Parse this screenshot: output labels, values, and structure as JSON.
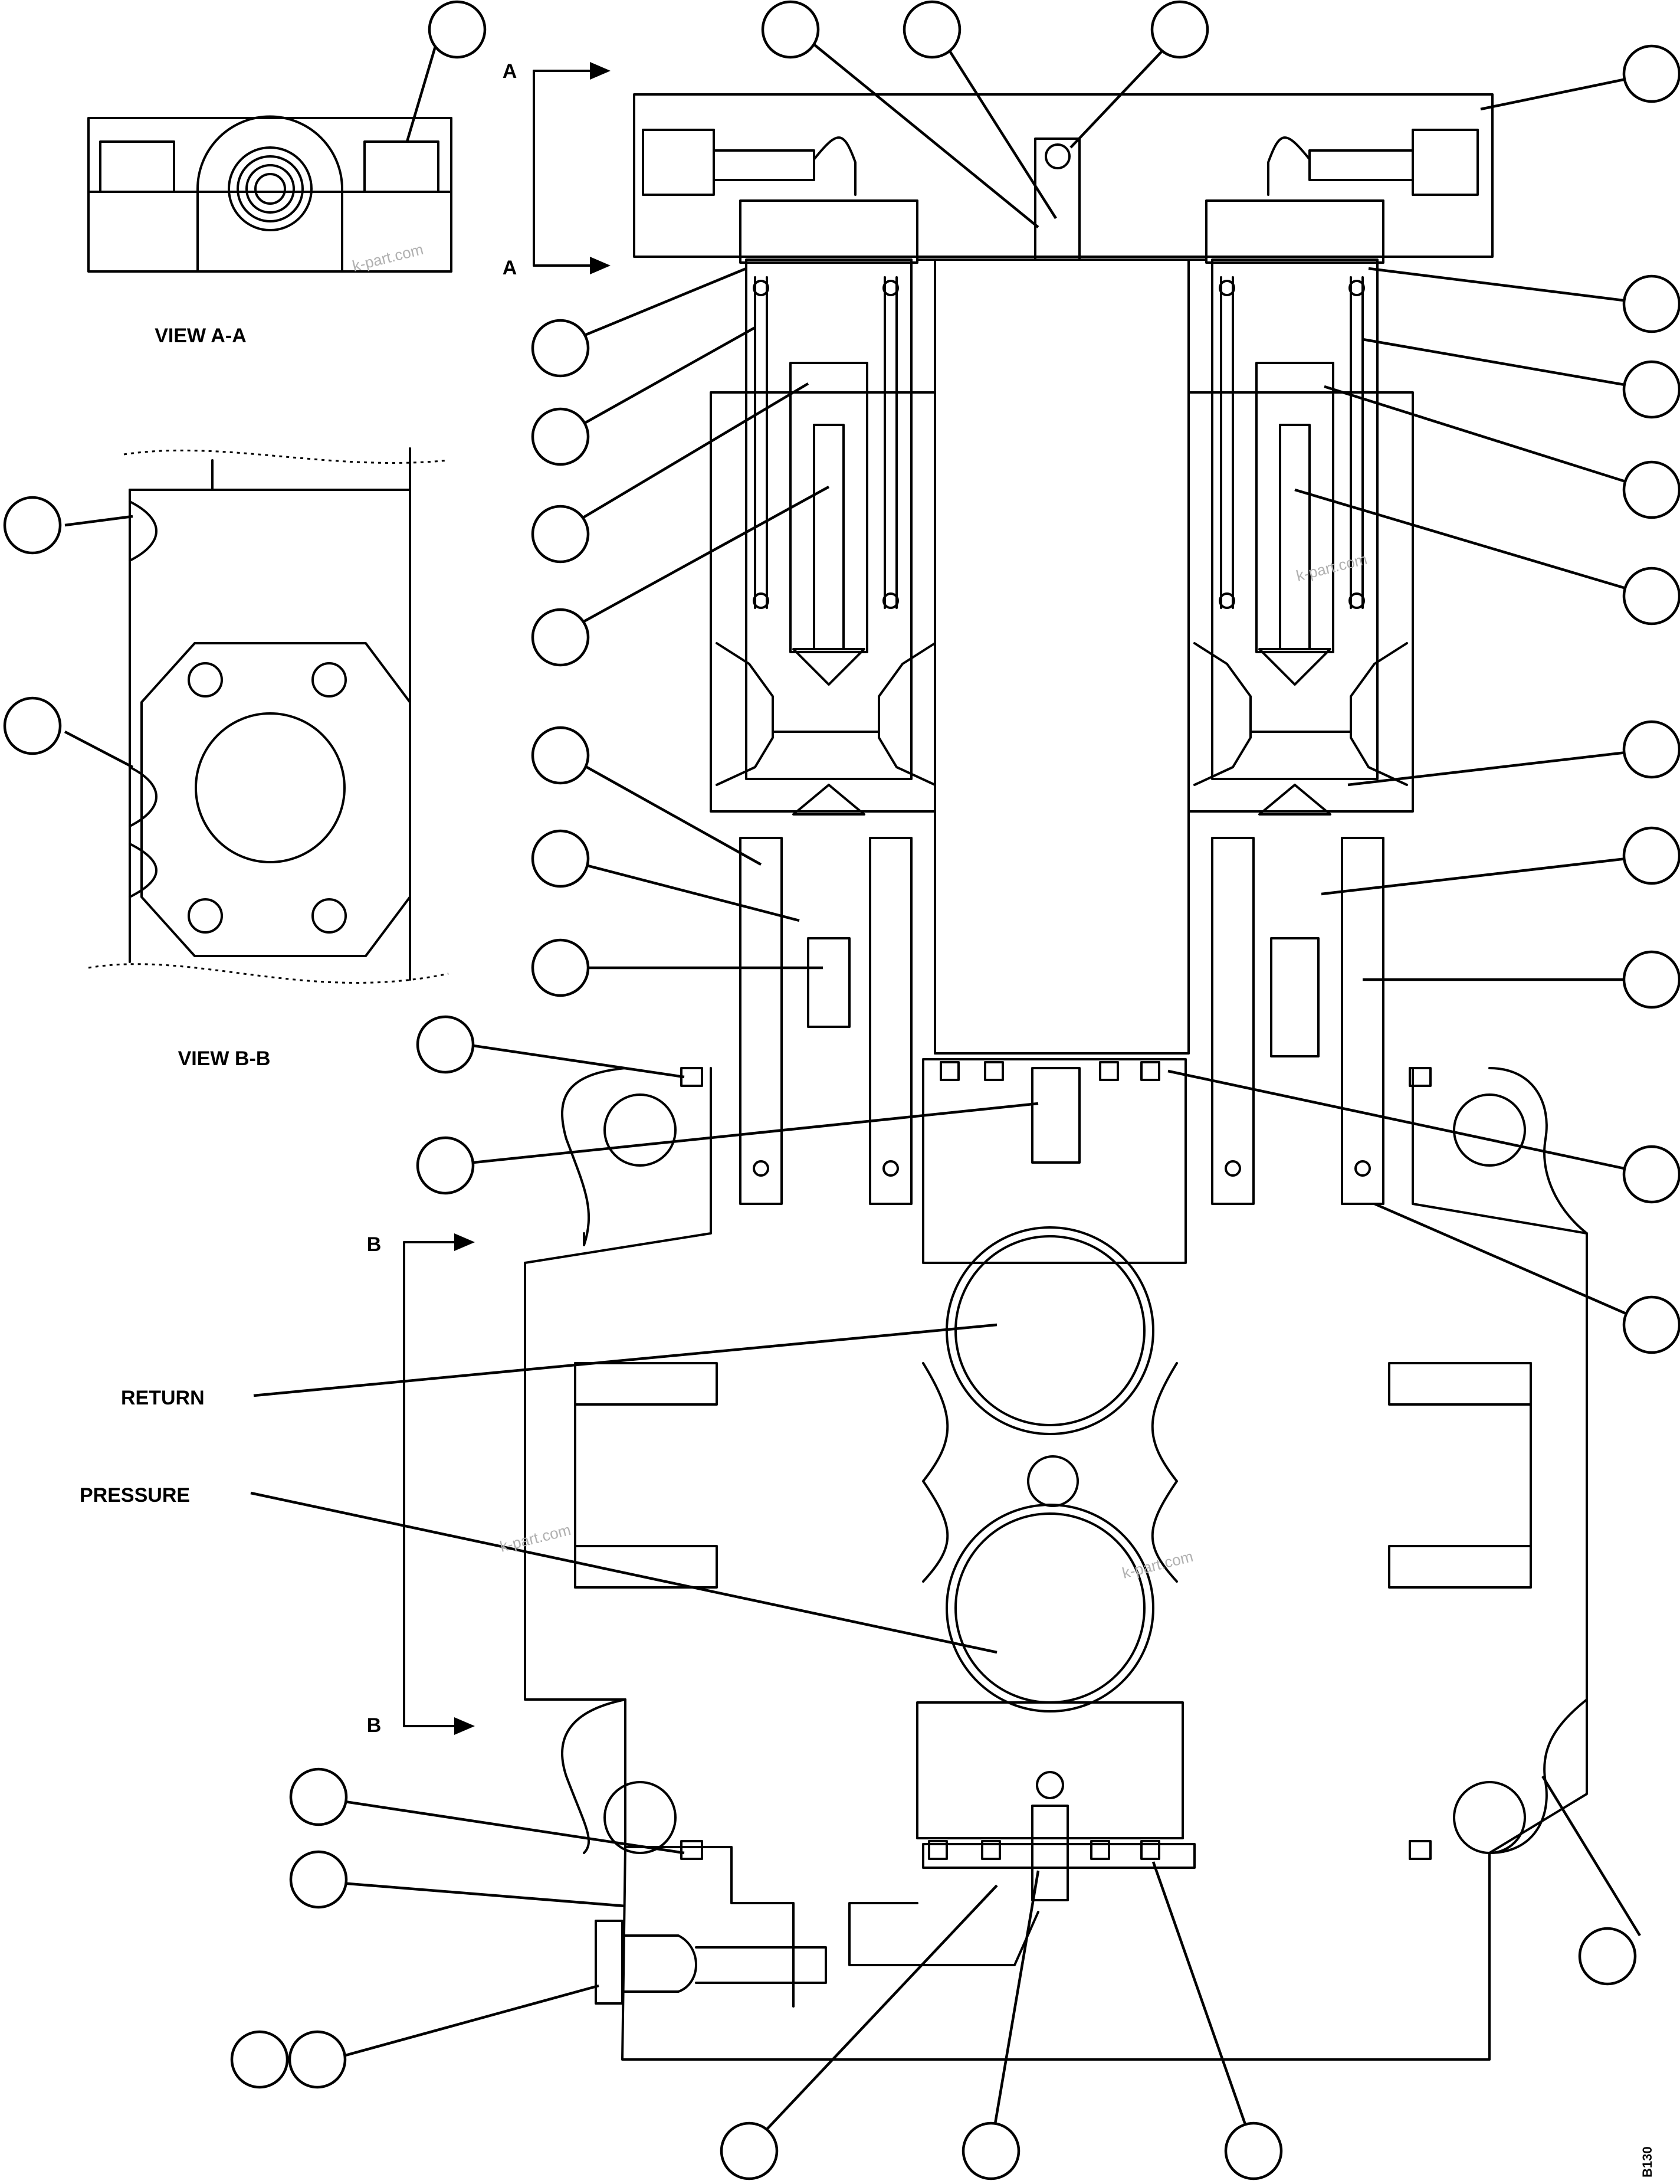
{
  "views": {
    "view_aa": "VIEW A-A",
    "view_bb": "VIEW B-B"
  },
  "section_marks": {
    "a_top": "A",
    "a_bottom": "A",
    "b_top": "B",
    "b_bottom": "B"
  },
  "ports": {
    "return_label": "RETURN",
    "pressure_label": "PRESSURE"
  },
  "watermark": "k-part.com",
  "drawing_code": "B130",
  "colors": {
    "line": "#000000",
    "watermark": "#b0b0b0"
  }
}
